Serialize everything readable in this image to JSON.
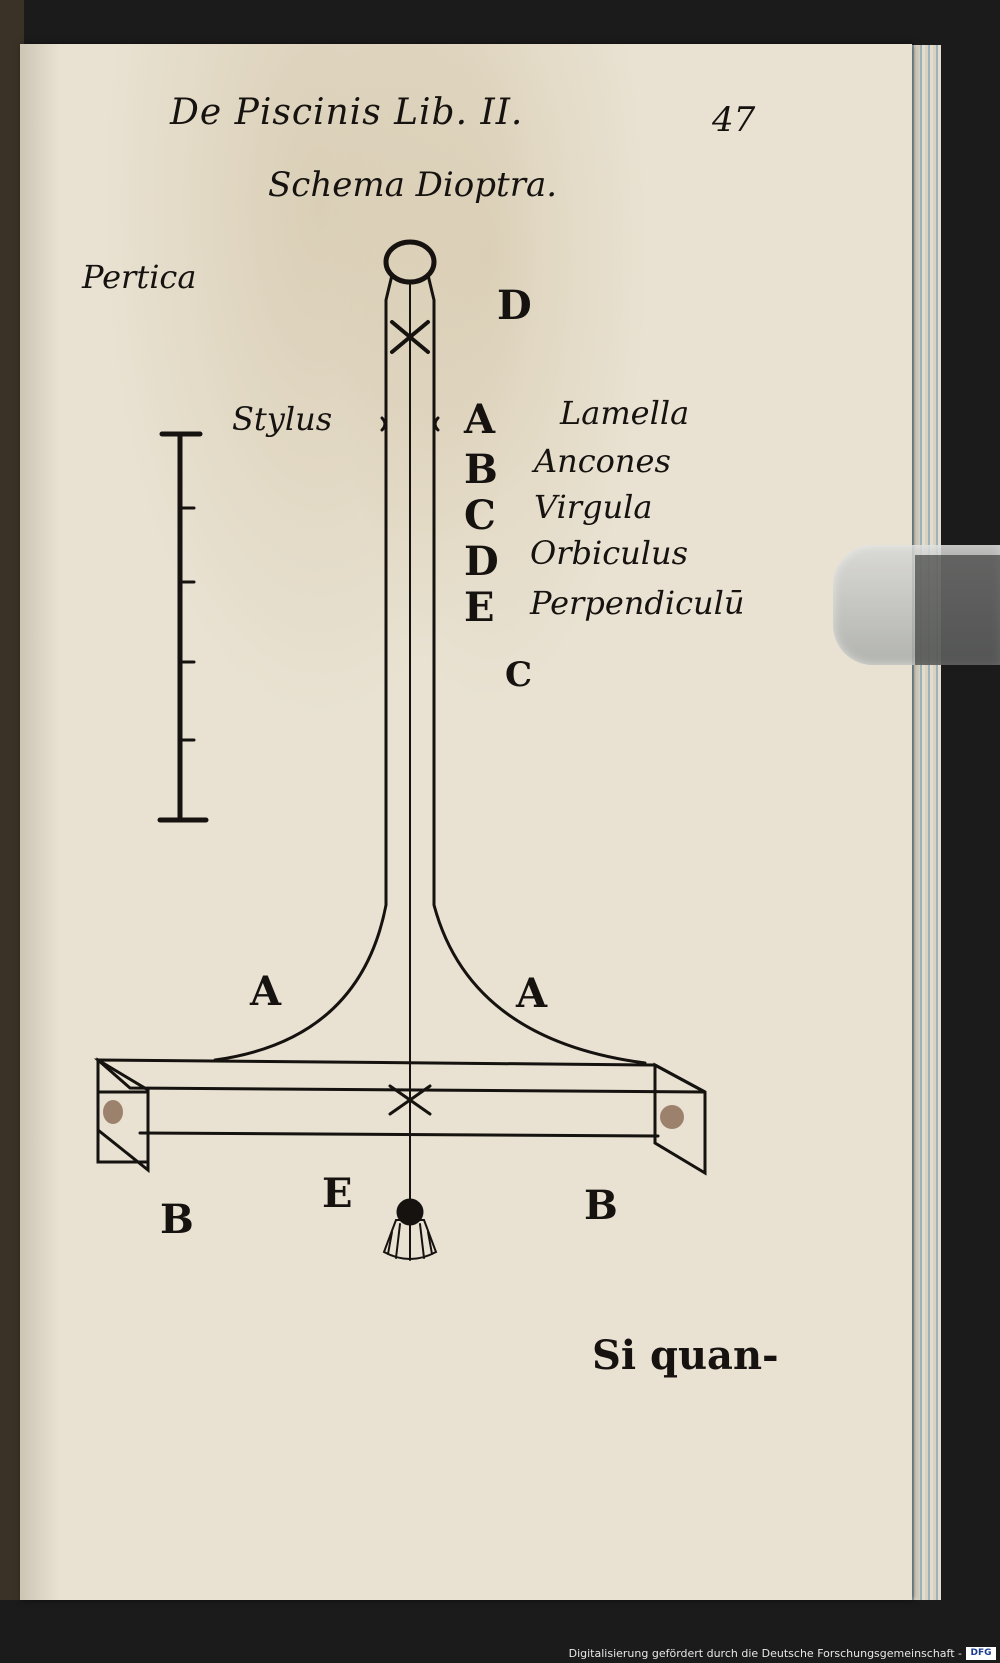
{
  "header": {
    "running_title": "De Piscinis Lib. II.",
    "page_number": "47"
  },
  "figure": {
    "caption": "Schema Dioptra.",
    "pertica_label": "Pertica",
    "stylus_label": "Stylus",
    "legend": [
      {
        "letter": "A",
        "term": "Lamella"
      },
      {
        "letter": "B",
        "term": "Ancones"
      },
      {
        "letter": "C",
        "term": "Virgula"
      },
      {
        "letter": "D",
        "term": "Orbiculus"
      },
      {
        "letter": "E",
        "term": "Perpendiculū"
      }
    ],
    "part_letters": {
      "top_d": "D",
      "mid_c": "C",
      "left_a": "A",
      "right_a": "A",
      "bottom_e": "E",
      "left_b": "B",
      "right_b": "B"
    }
  },
  "catchword": "Si quan-",
  "footer": {
    "credit": "Digitalisierung gefördert durch die Deutsche Forschungsgemeinschaft -",
    "logo_text": "DFG"
  }
}
